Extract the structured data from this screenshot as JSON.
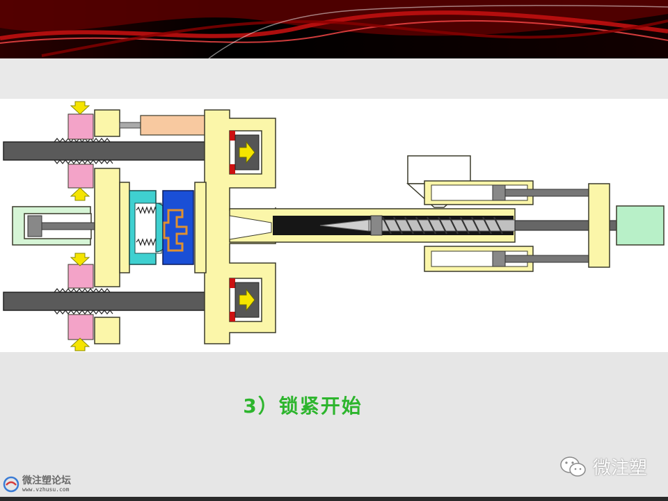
{
  "caption": "3）锁紧开始",
  "watermark": {
    "label": "微注塑",
    "icon": "wechat-icon"
  },
  "forum": {
    "name": "微注塑论坛",
    "url": "www.vzhusu.com",
    "icon": "forum-swirl-icon"
  },
  "colors": {
    "frame": "#fbf6a9",
    "frame_outline": "#3a3a2a",
    "rod": "#555555",
    "nut_pink": "#f3a3c8",
    "mold_cyan": "#3fd0d0",
    "mold_blue": "#1a4fd6",
    "motor_green": "#b8f0c8",
    "barrel_black": "#161616",
    "arrow_yellow": "#f5e400",
    "cylinder_red": "#cc1111",
    "caption_green": "#2db52d"
  }
}
